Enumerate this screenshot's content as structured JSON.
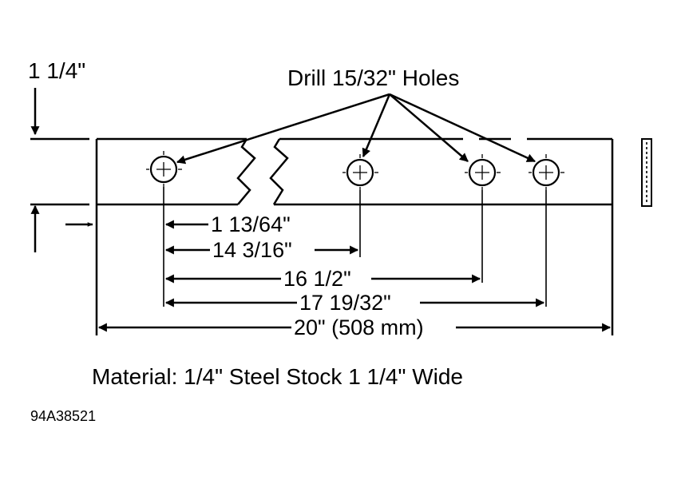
{
  "labels": {
    "thickness": "1 1/4\"",
    "holes": "Drill 15/32\" Holes",
    "dim1": "1 13/64\"",
    "dim2": "14 3/16\"",
    "dim3": "16 1/2\"",
    "dim4": "17 19/32\"",
    "dim5": "20\" (508 mm)",
    "material": "Material: 1/4\" Steel Stock 1 1/4\" Wide",
    "figure_id": "94A38521"
  }
}
